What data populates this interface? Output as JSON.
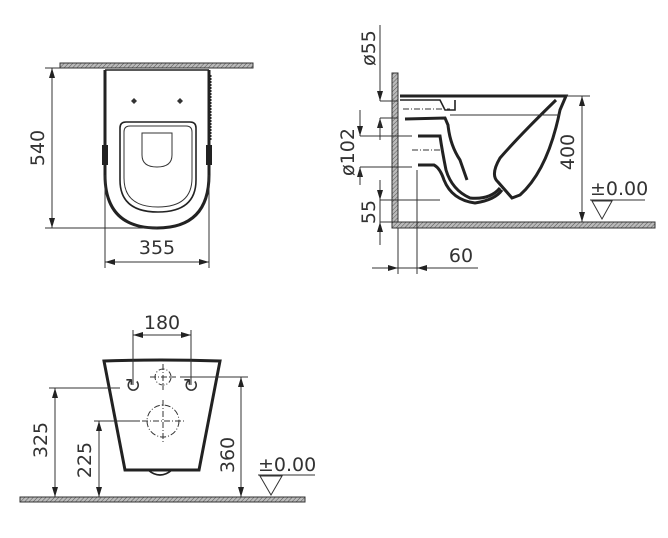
{
  "top_view": {
    "depth_dim": "540",
    "width_dim": "355"
  },
  "side_view": {
    "pipe_small_dim": "ø55",
    "pipe_large_dim": "ø102",
    "bottom_offset_dim": "55",
    "rim_height_dim": "400",
    "level_label": "±0.00",
    "wall_offset_dim": "60"
  },
  "front_view": {
    "bolt_spacing_dim": "180",
    "bolt_height_dim": "325",
    "outlet_height_dim": "225",
    "inlet_height_dim": "360",
    "level_label": "±0.00"
  }
}
